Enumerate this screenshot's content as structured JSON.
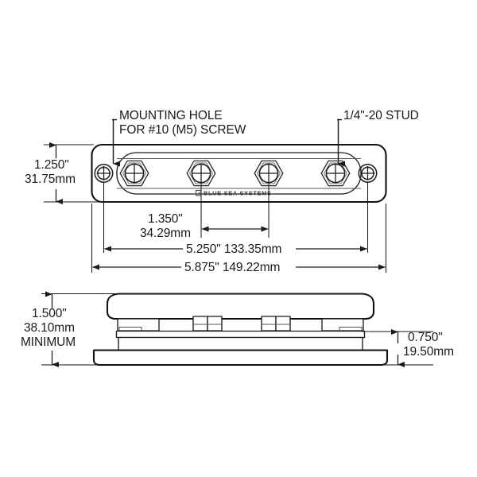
{
  "drawing": {
    "title": "Blue Sea Systems busbar dimensional drawing",
    "brand": "BLUE SEA SYSTEMS",
    "brand_mark": "logo-mark"
  },
  "annotations": {
    "mounting_hole_line1": "MOUNTING HOLE",
    "mounting_hole_line2": "FOR #10 (M5) SCREW",
    "stud_callout": "1/4\"-20 STUD"
  },
  "dimensions": {
    "height_in": "1.250\"",
    "height_mm": "31.75mm",
    "stud_spacing_in": "1.350\"",
    "stud_spacing_mm": "34.29mm",
    "hole_span": "5.250\" 133.35mm",
    "overall_length": "5.875\" 149.22mm",
    "clearance_in": "1.500\"",
    "clearance_mm": "38.10mm",
    "clearance_note": "MINIMUM",
    "base_height_in": "0.750\"",
    "base_height_mm": "19.50mm"
  },
  "colors": {
    "line": "#111111",
    "text": "#1a1a1a",
    "background": "#ffffff",
    "detail_line": "#555555"
  }
}
